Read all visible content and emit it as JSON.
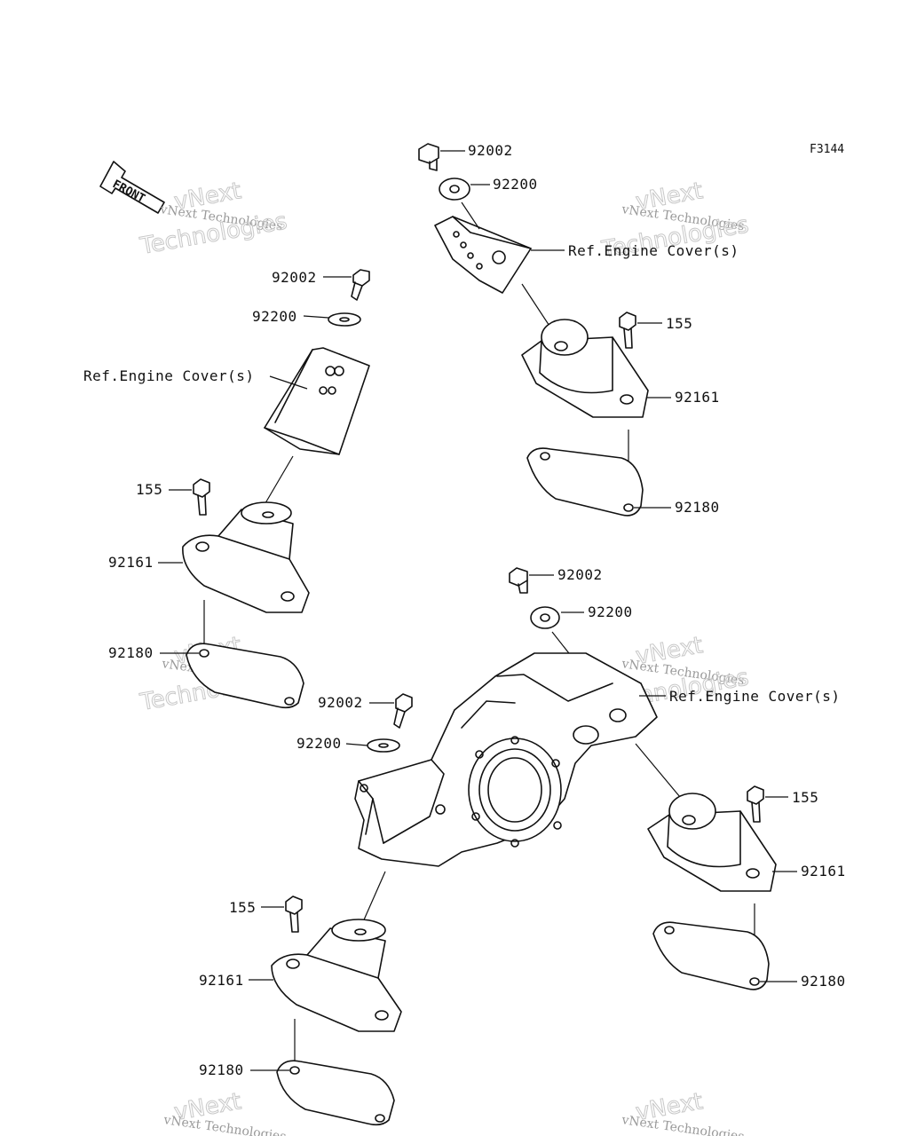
{
  "figure_code": "F3144",
  "front_label": "FRONT",
  "watermark": {
    "line1": "vNext",
    "line2": "vNext Technologies",
    "line3": "Technologies"
  },
  "callouts": {
    "bolt": "92002",
    "washer": "92200",
    "ref_cover": "Ref.Engine Cover(s)",
    "mount_bolt": "155",
    "mount": "92161",
    "plate": "92180"
  }
}
